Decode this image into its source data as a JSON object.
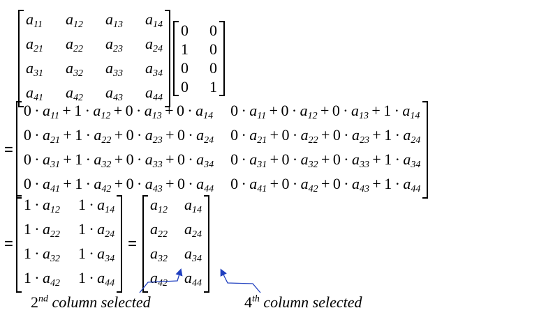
{
  "matrix_a": [
    [
      "a_11",
      "a_12",
      "a_13",
      "a_14"
    ],
    [
      "a_21",
      "a_22",
      "a_23",
      "a_24"
    ],
    [
      "a_31",
      "a_32",
      "a_33",
      "a_34"
    ],
    [
      "a_41",
      "a_42",
      "a_43",
      "a_44"
    ]
  ],
  "selector": [
    [
      "0",
      "0"
    ],
    [
      "1",
      "0"
    ],
    [
      "0",
      "0"
    ],
    [
      "0",
      "1"
    ]
  ],
  "equals": "=",
  "product": [
    [
      "0 · a_11 + 1 · a_12 + 0 · a_13 + 0 · a_14",
      "0 · a_11 + 0 · a_12 + 0 · a_13 + 1 · a_14"
    ],
    [
      "0 · a_21 + 1 · a_22 + 0 · a_23 + 0 · a_24",
      "0 · a_21 + 0 · a_22 + 0 · a_23 + 1 · a_24"
    ],
    [
      "0 · a_31 + 1 · a_32 + 0 · a_33 + 0 · a_34",
      "0 · a_31 + 0 · a_32 + 0 · a_33 + 1 · a_34"
    ],
    [
      "0 · a_41 + 1 · a_42 + 0 · a_43 + 0 · a_44",
      "0 · a_41 + 0 · a_42 + 0 · a_43 + 1 · a_44"
    ]
  ],
  "simplified": [
    [
      "1 · a_12",
      "1 · a_14"
    ],
    [
      "1 · a_22",
      "1 · a_24"
    ],
    [
      "1 · a_32",
      "1 · a_34"
    ],
    [
      "1 · a_42",
      "1 · a_44"
    ]
  ],
  "result": [
    [
      "a_12",
      "a_14"
    ],
    [
      "a_22",
      "a_24"
    ],
    [
      "a_32",
      "a_34"
    ],
    [
      "a_42",
      "a_44"
    ]
  ],
  "annotations": {
    "second": {
      "num": "2",
      "sup": "nd",
      "text": " column selected"
    },
    "fourth": {
      "num": "4",
      "sup": "th",
      "text": " column selected"
    }
  },
  "colors": {
    "arrow": "#1f3fbf"
  }
}
